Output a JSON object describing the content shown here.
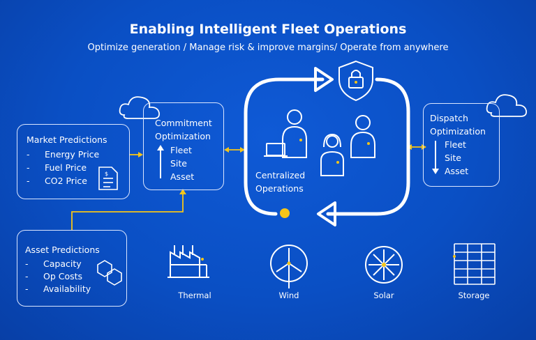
{
  "header": {
    "title": "Enabling Intelligent Fleet Operations",
    "subtitle": "Optimize generation / Manage risk & improve margins/ Operate from anywhere"
  },
  "market_predictions": {
    "title": "Market Predictions",
    "items": [
      "Energy Price",
      "Fuel Price",
      "CO2 Price"
    ],
    "icon": "dollar-document-icon"
  },
  "commitment_optimization": {
    "title_line1": "Commitment",
    "title_line2": "Optimization",
    "items": [
      "Fleet",
      "Site",
      "Asset"
    ],
    "icon": "cloud-icon"
  },
  "centralized": {
    "line1": "Centralized",
    "line2": "Operations"
  },
  "dispatch_optimization": {
    "title_line1": "Dispatch",
    "title_line2": "Optimization",
    "items": [
      "Fleet",
      "Site",
      "Asset"
    ],
    "icon": "cloud-icon"
  },
  "asset_predictions": {
    "title": "Asset Predictions",
    "items": [
      "Capacity",
      "Op Costs",
      "Availability"
    ],
    "icon": "hexagon-icon"
  },
  "assets": [
    {
      "label": "Thermal",
      "icon": "factory-icon"
    },
    {
      "label": "Wind",
      "icon": "wind-turbine-icon"
    },
    {
      "label": "Solar",
      "icon": "solar-icon"
    },
    {
      "label": "Storage",
      "icon": "battery-storage-icon"
    }
  ],
  "colors": {
    "background": "#0a4fc4",
    "accent": "#f5c518",
    "line": "#ffffff"
  }
}
